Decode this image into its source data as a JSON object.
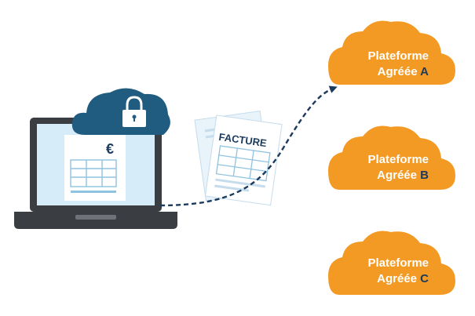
{
  "invoice": {
    "title": "FACTURE"
  },
  "laptop_document": {
    "currency_symbol": "€"
  },
  "platforms": [
    {
      "line1": "Plateforme",
      "line2": "Agréée",
      "letter": "A"
    },
    {
      "line1": "Plateforme",
      "line2": "Agréée",
      "letter": "B"
    },
    {
      "line1": "Plateforme",
      "line2": "Agréée",
      "letter": "C"
    }
  ],
  "colors": {
    "cloud_orange": "#f39a24",
    "lock_cloud_blue": "#1f5c80",
    "laptop_dark": "#3a3d42",
    "screen_light_blue": "#d6ecf8",
    "arrow_navy": "#1b3a5c",
    "letter_navy": "#1b3a5c"
  },
  "icons": [
    "laptop-icon",
    "lock-icon",
    "cloud-icon",
    "invoice-document-icon",
    "dashed-arrow-icon"
  ]
}
